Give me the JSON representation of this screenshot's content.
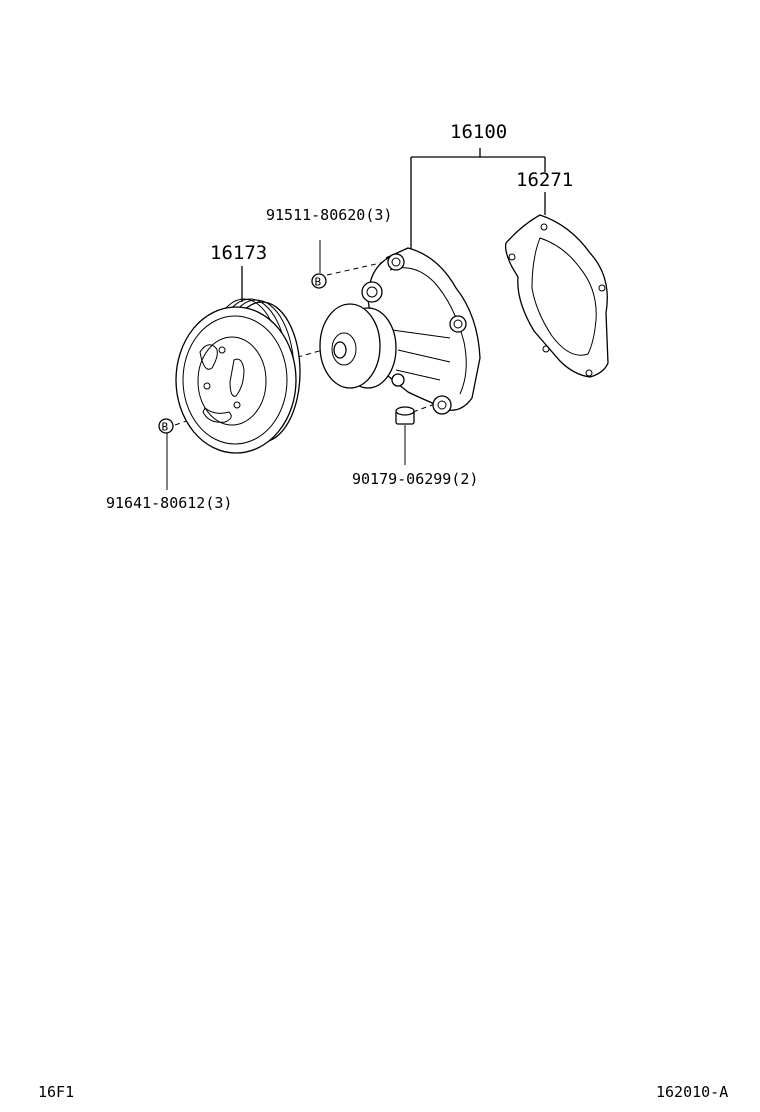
{
  "parts": {
    "assembly": "16100",
    "gasket": "16271",
    "pulley": "16173",
    "bolt_upper": "91511-80620(3)",
    "bolt_pulley": "91641-80612(3)",
    "nut_lower": "90179-06299(2)"
  },
  "markers": {
    "bolt_marker": "B"
  },
  "footer": {
    "left_code": "16F1",
    "right_code": "162010-A"
  }
}
